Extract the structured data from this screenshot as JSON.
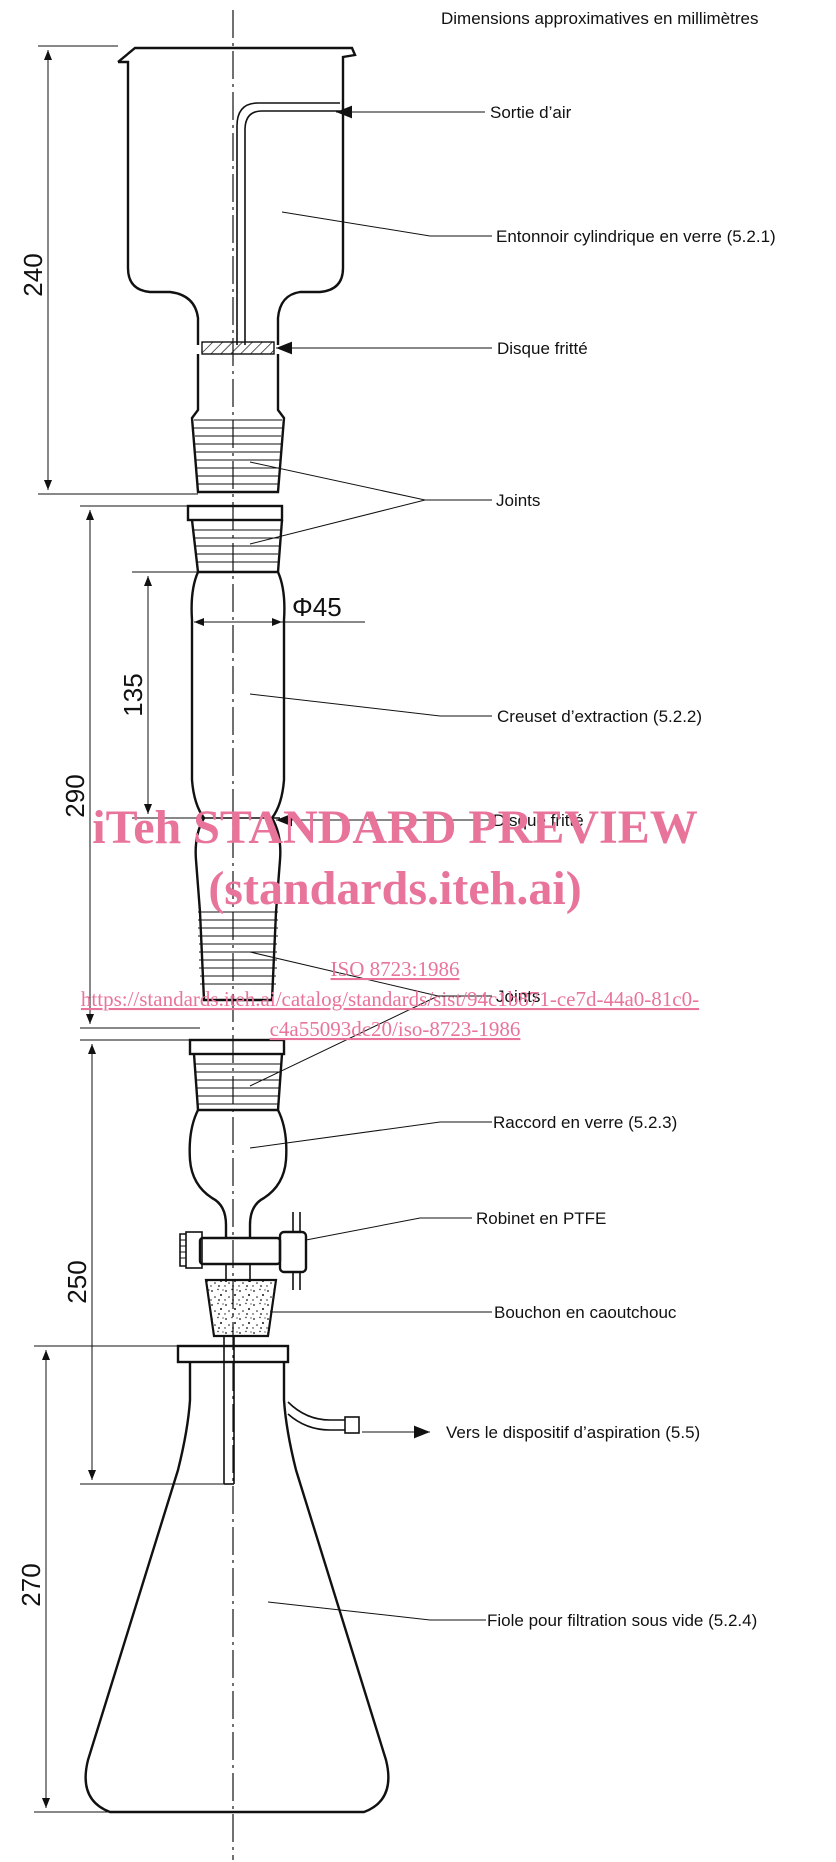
{
  "header": "Dimensions approximatives en millimètres",
  "labels": {
    "sortie_air": "Sortie d’air",
    "entonnoir": "Entonnoir cylindrique en verre (5.2.1)",
    "disque_fritte_1": "Disque fritté",
    "joints_1": "Joints",
    "diametre": "Φ45",
    "creuset": "Creuset d’extraction (5.2.2)",
    "disque_fritte_2": "Disque fritté",
    "joints_2": "Joints",
    "raccord": "Raccord en verre (5.2.3)",
    "robinet": "Robinet en PTFE",
    "bouchon": "Bouchon en caoutchouc",
    "aspiration": "Vers le dispositif d’aspiration (5.5)",
    "fiole": "Fiole pour filtration sous vide (5.2.4)"
  },
  "dimensions": {
    "d240": "240",
    "d290": "290",
    "d135": "135",
    "d250": "250",
    "d270": "270"
  },
  "watermark": {
    "line1": "iTeh STANDARD PREVIEW",
    "line2": "(standards.iteh.ai)",
    "line3": "ISO 8723:1986",
    "line4": "https://standards.iteh.ai/catalog/standards/sist/94c1b871-ce7d-44a0-81c0-",
    "line5": "c4a55093dc20/iso-8723-1986"
  },
  "colors": {
    "ink": "#111111",
    "watermark": "#e8749a"
  }
}
